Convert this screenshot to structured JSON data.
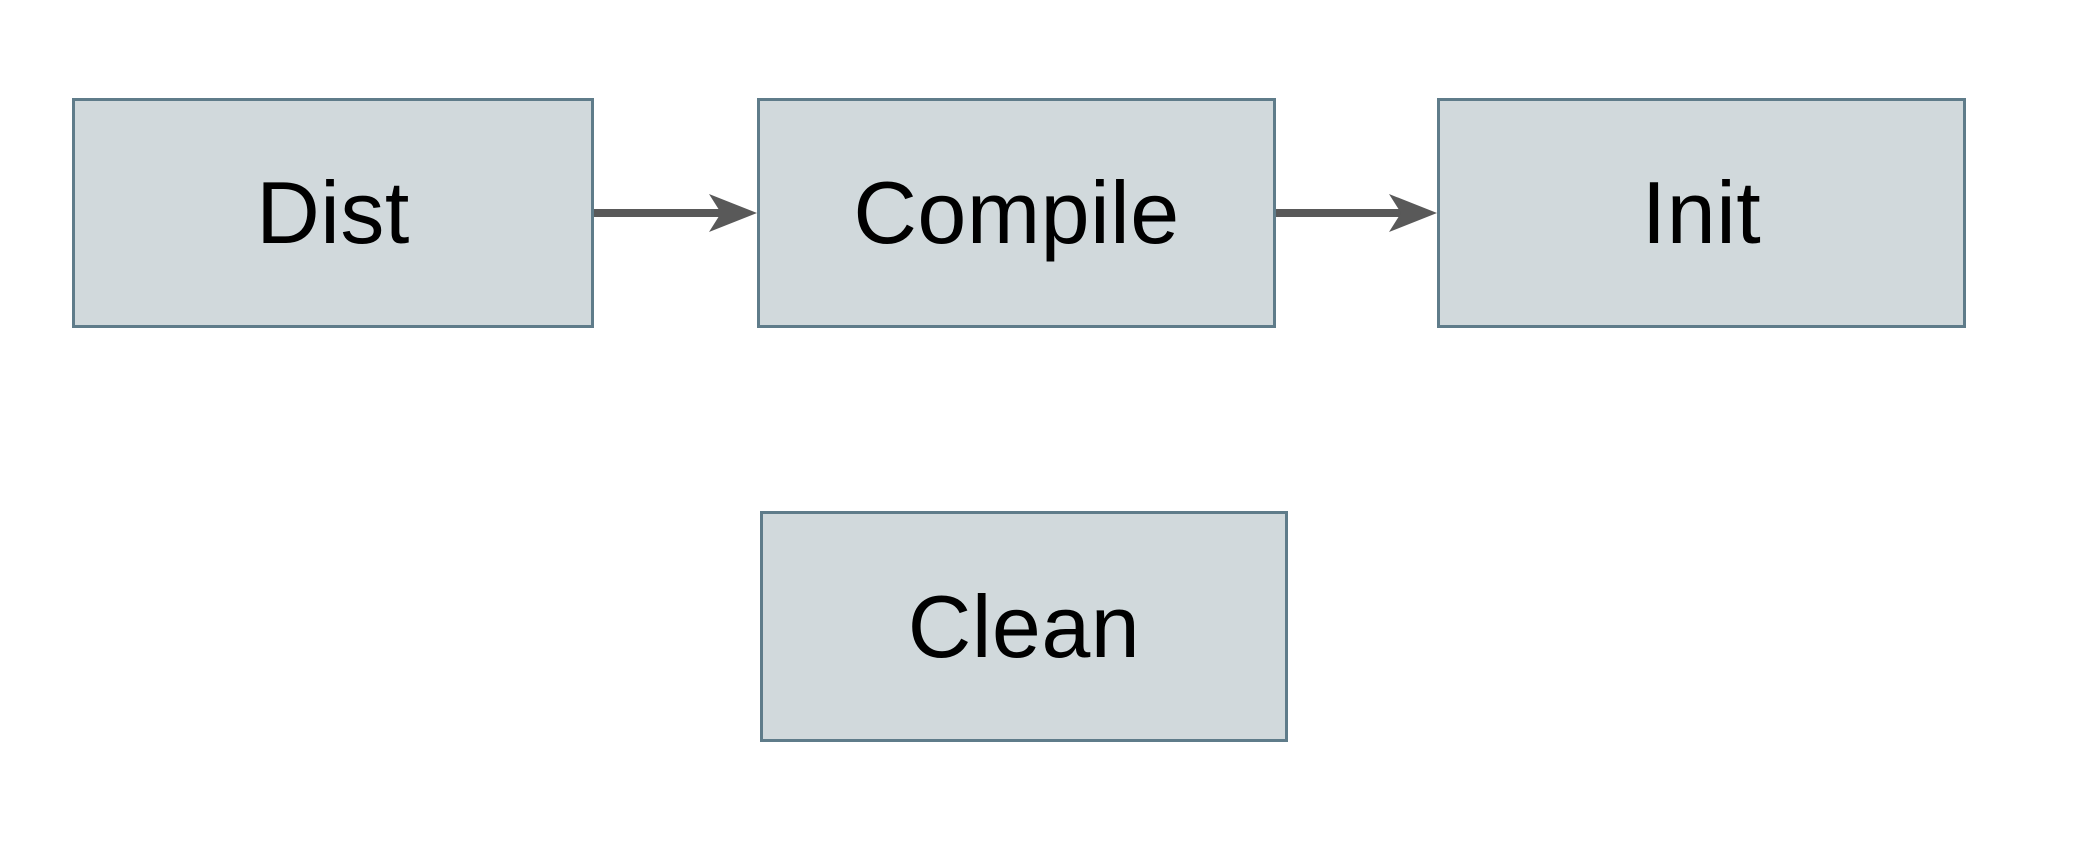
{
  "diagram": {
    "nodes": [
      {
        "id": "dist",
        "label": "Dist"
      },
      {
        "id": "compile",
        "label": "Compile"
      },
      {
        "id": "init",
        "label": "Init"
      },
      {
        "id": "clean",
        "label": "Clean"
      }
    ],
    "edges": [
      {
        "from": "Dist",
        "to": "Compile",
        "style": "solid-arrow"
      },
      {
        "from": "Compile",
        "to": "Init",
        "style": "solid-arrow"
      }
    ],
    "colors": {
      "node_fill": "#d1d9dc",
      "node_border": "#5f7c8a",
      "arrow": "#595959",
      "label": "#000000",
      "background": "#ffffff"
    }
  }
}
